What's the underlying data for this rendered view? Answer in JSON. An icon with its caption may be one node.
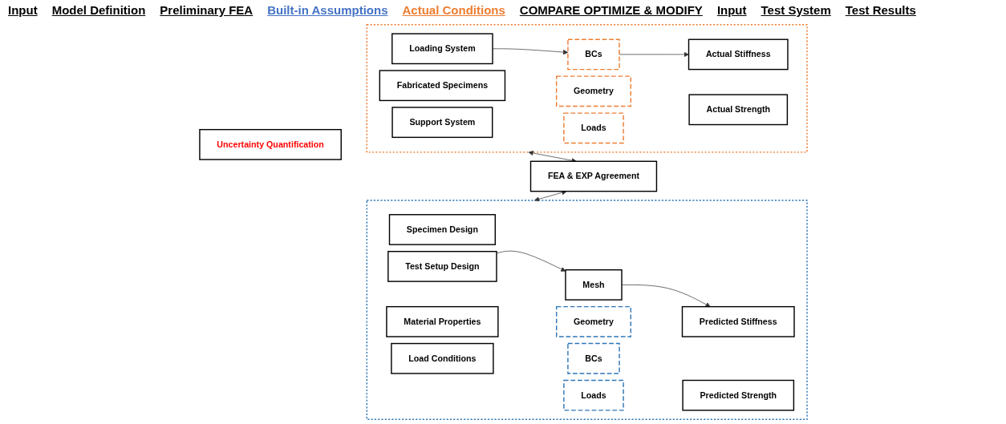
{
  "diagram": {
    "nodes": [
      {
        "text": [],
        "shape": "box"
      },
      {
        "text": [
          "Specimen Design"
        ],
        "in": 0
      },
      {
        "text": [
          "Test Setup Design"
        ],
        "in": 0
      },
      {
        "text": [
          "Material Properties"
        ],
        "in": 0
      },
      {
        "text": [
          "Load Conditions"
        ],
        "in": 0
      },
      {
        "text": [
          "Geometry"
        ],
        "in": 0
      },
      {
        "text": [
          "Mesh"
        ],
        "in": 0
      },
      {
        "text": [
          "BCs"
        ],
        "in": 0
      },
      {
        "text": [
          "Loads"
        ],
        "in": 0
      },
      {
        "text": [
          "Predicted Stiffness"
        ],
        "in": 0
      },
      {
        "text": [
          "Predicted Strength"
        ],
        "in": 0
      },
      {
        "text": [
          "FEA & EXP Agreement"
        ]
      },
      {
        "text": [
          "Uncertainty Quantification"
        ]
      },
      {
        "text": [],
        "shape": "box"
      },
      {
        "text": [
          "Fabricated Specimens"
        ],
        "in": 13
      },
      {
        "text": [
          "Loading System"
        ],
        "in": 13
      },
      {
        "text": [
          "Support System"
        ],
        "in": 13
      },
      {
        "text": [
          "Geometry"
        ],
        "in": 13
      },
      {
        "text": [
          "BCs"
        ],
        "in": 13
      },
      {
        "text": [
          "Loads"
        ],
        "in": 13
      },
      {
        "text": [
          "Actual Stiffness"
        ],
        "in": 13
      },
      {
        "text": [
          "Actual Strength"
        ],
        "in": 13
      }
    ],
    "edges": [
      {
        "from": 2,
        "to": 6,
        "arrow": "to"
      },
      {
        "from": 6,
        "to": 9,
        "arrow": "to"
      },
      {
        "from": 15,
        "to": 18,
        "arrow": "to"
      },
      {
        "from": 18,
        "to": 20,
        "arrow": "to"
      },
      {
        "from": 11,
        "to": 0,
        "arrow": "both"
      },
      {
        "from": 11,
        "to": 13,
        "arrow": "both"
      }
    ],
    "labels": [
      "Input",
      "Model Definition",
      "Preliminary FEA",
      "Built-in Assumptions",
      "Actual Conditions",
      "COMPARE OPTIMIZE & MODIFY",
      "Input",
      "Test System",
      "Test Results"
    ]
  }
}
